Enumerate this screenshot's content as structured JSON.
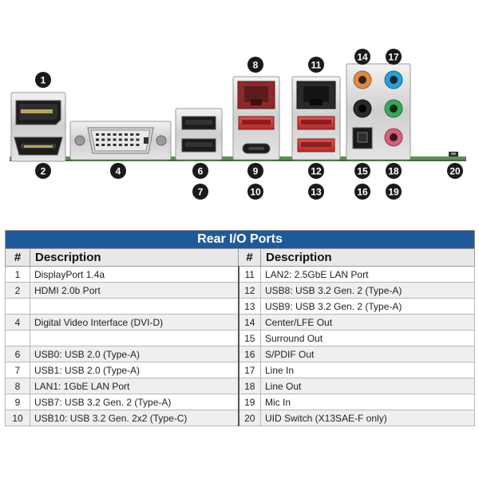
{
  "table": {
    "title": "Rear I/O Ports",
    "headers": {
      "num": "#",
      "desc": "Description"
    },
    "left": [
      {
        "num": "1",
        "desc": "DisplayPort 1.4a"
      },
      {
        "num": "2",
        "desc": "HDMI 2.0b Port"
      },
      {
        "num": "",
        "desc": ""
      },
      {
        "num": "4",
        "desc": "Digital Video Interface (DVI-D)"
      },
      {
        "num": "",
        "desc": ""
      },
      {
        "num": "6",
        "desc": "USB0: USB 2.0 (Type-A)"
      },
      {
        "num": "7",
        "desc": "USB1: USB 2.0 (Type-A)"
      },
      {
        "num": "8",
        "desc": "LAN1: 1GbE LAN Port"
      },
      {
        "num": "9",
        "desc": "USB7: USB 3.2 Gen. 2 (Type-A)"
      },
      {
        "num": "10",
        "desc": "USB10: USB 3.2 Gen. 2x2 (Type-C)"
      }
    ],
    "right": [
      {
        "num": "11",
        "desc": "LAN2: 2.5GbE LAN Port"
      },
      {
        "num": "12",
        "desc": "USB8: USB 3.2 Gen. 2 (Type-A)"
      },
      {
        "num": "13",
        "desc": "USB9: USB 3.2 Gen. 2 (Type-A)"
      },
      {
        "num": "14",
        "desc": "Center/LFE Out"
      },
      {
        "num": "15",
        "desc": "Surround Out"
      },
      {
        "num": "16",
        "desc": "S/PDIF Out"
      },
      {
        "num": "17",
        "desc": "Line In"
      },
      {
        "num": "18",
        "desc": "Line Out"
      },
      {
        "num": "19",
        "desc": "Mic In"
      },
      {
        "num": "20",
        "desc": "UID Switch (X13SAE-F only)"
      }
    ]
  },
  "markers": [
    "1",
    "2",
    "4",
    "6",
    "7",
    "8",
    "9",
    "10",
    "11",
    "12",
    "13",
    "14",
    "15",
    "16",
    "17",
    "18",
    "19",
    "20"
  ],
  "colors": {
    "title_bar": "#1f5a9a",
    "marker": "#1a1a1a",
    "jack_orange": "#d98a4a",
    "jack_black": "#2a2a2a",
    "jack_blue": "#2a9fd6",
    "jack_green": "#3aa55a",
    "jack_pink": "#d4607a",
    "usb_red": "#d23a3a",
    "lan_red": "#a83232",
    "pcb_green": "#4f8a4a"
  }
}
